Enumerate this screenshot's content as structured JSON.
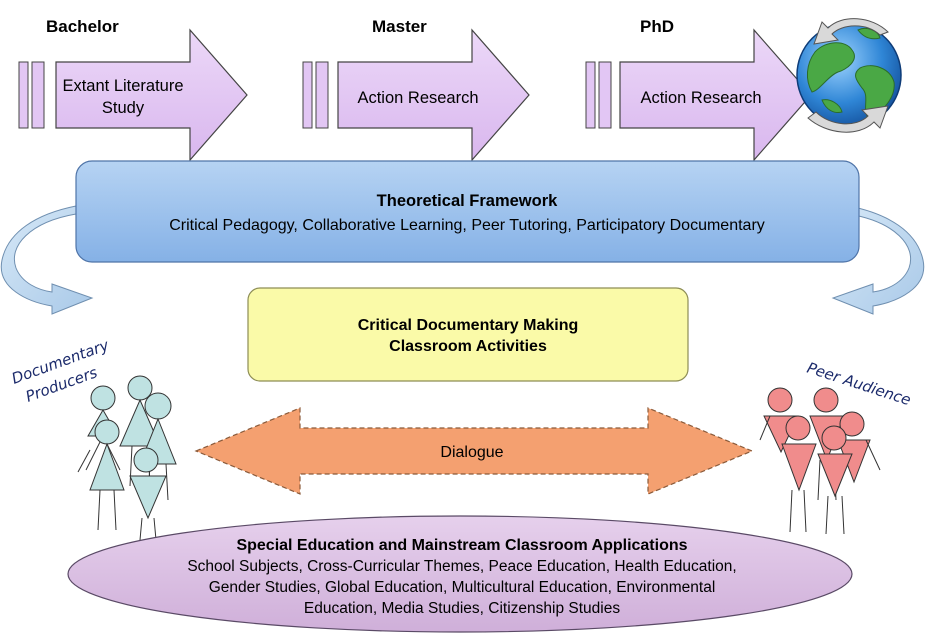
{
  "stages": [
    {
      "title": "Bachelor",
      "label_lines": [
        "Extant Literature",
        "Study"
      ]
    },
    {
      "title": "Master",
      "label_lines": [
        "Action Research"
      ]
    },
    {
      "title": "PhD",
      "label_lines": [
        "Action Research"
      ]
    }
  ],
  "framework": {
    "title": "Theoretical Framework",
    "subtitle": "Critical Pedagogy, Collaborative Learning, Peer Tutoring, Participatory Documentary"
  },
  "activities": {
    "line1": "Critical Documentary Making",
    "line2": "Classroom Activities"
  },
  "producers_label": {
    "line1": "Documentary",
    "line2": "Producers"
  },
  "audience_label": "Peer Audience",
  "dialogue_label": "Dialogue",
  "applications": {
    "title": "Special Education and Mainstream Classroom Applications",
    "lines": [
      "School Subjects, Cross-Curricular Themes, Peace Education, Health Education,",
      "Gender Studies, Global Education, Multicultural Education, Environmental",
      "Education, Media Studies, Citizenship Studies"
    ]
  },
  "colors": {
    "arrow_fill": "#e2c6f4",
    "framework_fill": "#9cc2ec",
    "activities_fill": "#fafaa8",
    "dialogue_fill": "#f4a070",
    "applications_fill": "#dcc2e4",
    "producer_fill": "#bfe2e2",
    "audience_fill": "#f08c8c",
    "curved_arrow_fill": "#bcd6ee"
  },
  "icons": [
    "globe-icon",
    "curved-arrow-left-icon",
    "curved-arrow-right-icon"
  ]
}
